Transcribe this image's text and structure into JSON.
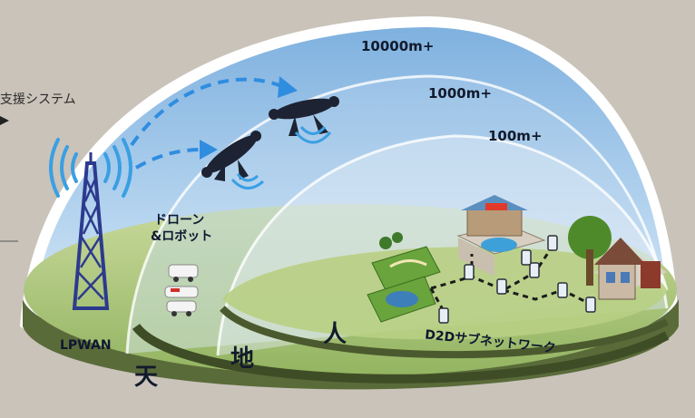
{
  "left_caption": "支援システム",
  "altitudes": [
    "10000m+",
    "1000m+",
    "100m+"
  ],
  "labels": {
    "drone_robot_line1": "ドローン",
    "drone_robot_line2": "&ロボット",
    "lpwan": "LPWAN",
    "d2d": "D2Dサブネットワーク"
  },
  "layers": [
    "天",
    "地",
    "人"
  ],
  "colors": {
    "background": "#ccc6bd",
    "dome_sky": "#9fc6e8",
    "ground": "#b9cf8a",
    "tower": "#2c3a8e",
    "signal": "#3a9fe3",
    "arrow": "#2f8de0",
    "drone": "#1d2333"
  }
}
